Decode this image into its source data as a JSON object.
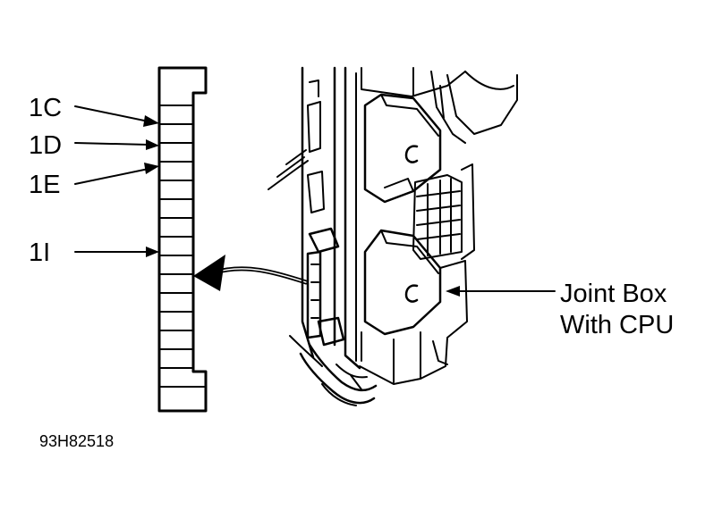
{
  "connector_pins": {
    "pin_1c": "1C",
    "pin_1d": "1D",
    "pin_1e": "1E",
    "pin_1i": "1I"
  },
  "component": {
    "line1": "Joint Box",
    "line2": "With CPU"
  },
  "figure_id": "93H82518",
  "colors": {
    "ink": "#000000",
    "paper": "#ffffff"
  }
}
